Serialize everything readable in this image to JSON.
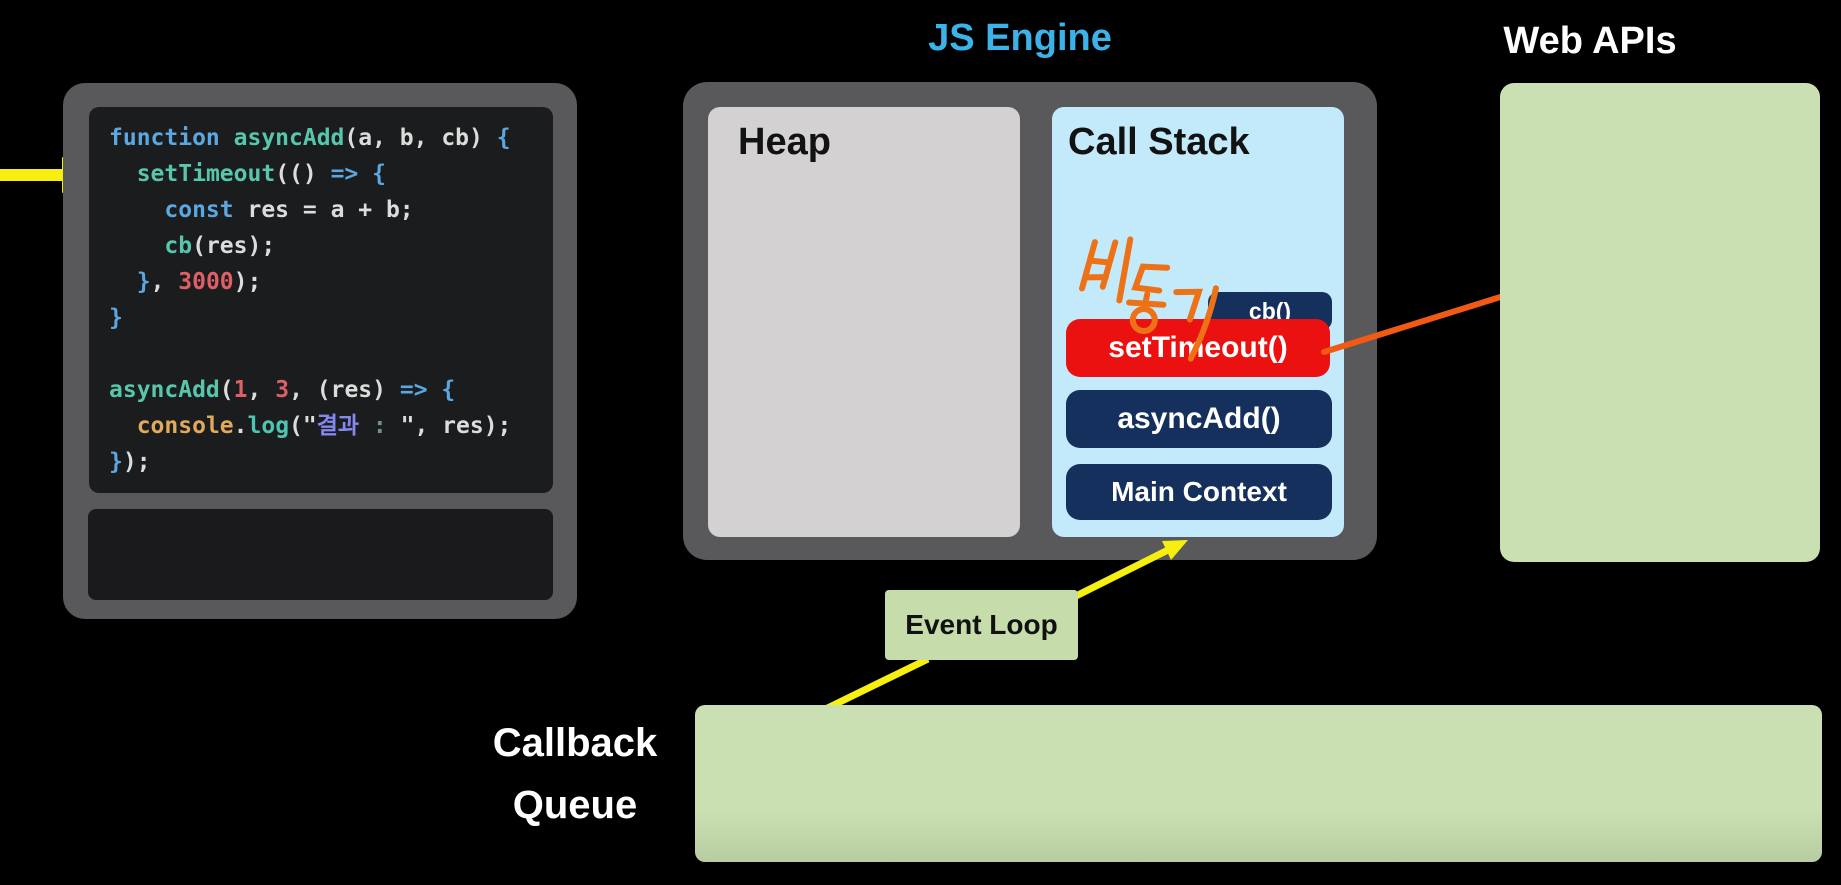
{
  "code_panel": {
    "lines": [
      [
        [
          "kw",
          "function "
        ],
        [
          "fn",
          "asyncAdd"
        ],
        [
          "plain",
          "(a, b, cb) "
        ],
        [
          "brace",
          "{"
        ]
      ],
      [
        [
          "plain",
          "  "
        ],
        [
          "fn",
          "setTimeout"
        ],
        [
          "plain",
          "(() "
        ],
        [
          "kw",
          "=>"
        ],
        [
          "plain",
          " "
        ],
        [
          "brace",
          "{"
        ]
      ],
      [
        [
          "plain",
          "    "
        ],
        [
          "kw",
          "const"
        ],
        [
          "plain",
          " res = a + b;"
        ]
      ],
      [
        [
          "plain",
          "    "
        ],
        [
          "fn",
          "cb"
        ],
        [
          "plain",
          "(res);"
        ]
      ],
      [
        [
          "plain",
          "  "
        ],
        [
          "brace",
          "}"
        ],
        [
          "plain",
          ", "
        ],
        [
          "num",
          "3000"
        ],
        [
          "plain",
          ");"
        ]
      ],
      [
        [
          "brace",
          "}"
        ]
      ],
      [],
      [
        [
          "fn",
          "asyncAdd"
        ],
        [
          "plain",
          "("
        ],
        [
          "num",
          "1"
        ],
        [
          "plain",
          ", "
        ],
        [
          "num",
          "3"
        ],
        [
          "plain",
          ", (res) "
        ],
        [
          "kw",
          "=>"
        ],
        [
          "plain",
          " "
        ],
        [
          "brace",
          "{"
        ]
      ],
      [
        [
          "plain",
          "  "
        ],
        [
          "obj",
          "console"
        ],
        [
          "plain",
          "."
        ],
        [
          "meth",
          "log"
        ],
        [
          "plain",
          "(\""
        ],
        [
          "strk",
          "결과"
        ],
        [
          "dim",
          " : "
        ],
        [
          "plain",
          "\", res);"
        ]
      ],
      [
        [
          "brace",
          "}"
        ],
        [
          "plain",
          ");"
        ]
      ]
    ]
  },
  "js_engine": {
    "title": "JS Engine",
    "heap_label": "Heap",
    "call_stack_label": "Call Stack",
    "stack_items": [
      {
        "label": "cb()",
        "bg": "#15305d"
      },
      {
        "label": "setTimeout()",
        "bg": "#eb1111"
      },
      {
        "label": "asyncAdd()",
        "bg": "#15305d"
      },
      {
        "label": "Main Context",
        "bg": "#15305d"
      }
    ],
    "annotation": {
      "text": "비동기",
      "color": "#ed7117"
    }
  },
  "web_apis": {
    "title": "Web APIs"
  },
  "event_loop": {
    "label": "Event Loop"
  },
  "callback_queue": {
    "label_line1": "Callback",
    "label_line2": "Queue"
  },
  "colors": {
    "frame_gray": "#59595b",
    "code_bg": "#1a1c1e",
    "engine_title": "#3cb3e8",
    "heap_bg": "#d4d1d2",
    "stack_bg": "#c3eafa",
    "navy": "#15305d",
    "red": "#eb1111",
    "green_light": "#cadfb2",
    "green_mid": "#c6dcab",
    "yellow": "#f7ef0f",
    "orange": "#f05a14",
    "kw": "#5ca7e0",
    "fn": "#58c6ac",
    "plain": "#dcdcdc",
    "brace": "#5ca7e0",
    "num": "#de5f66",
    "obj": "#e0a95b",
    "meth": "#4ec5b3",
    "strk": "#8588ee",
    "dim": "#6e9090"
  }
}
